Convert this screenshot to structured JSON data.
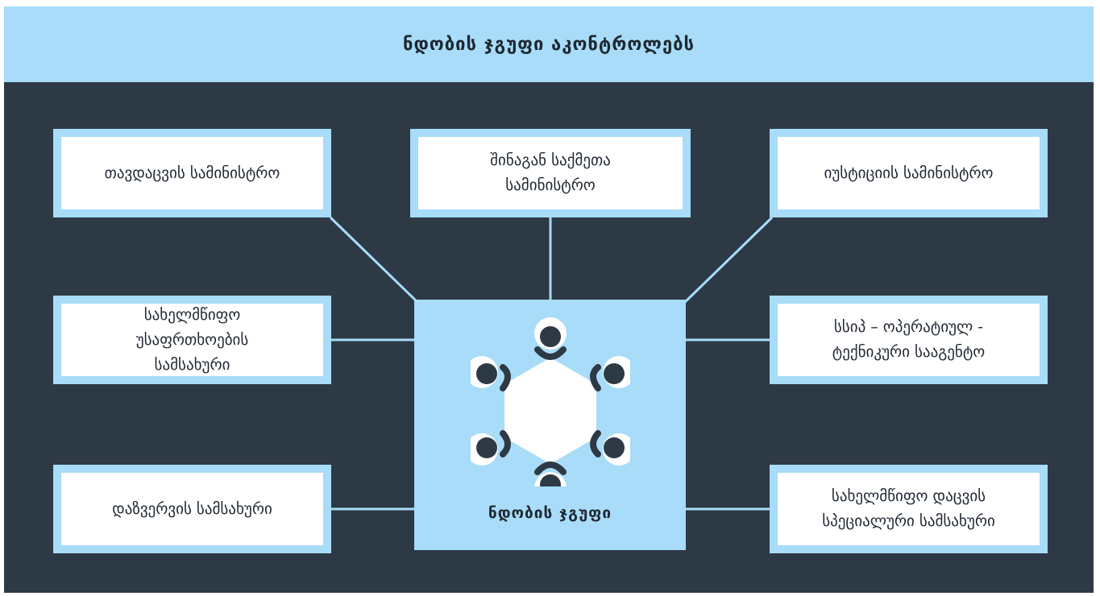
{
  "header": {
    "title": "ნდობის ჯგუფი აკონტროლებს"
  },
  "center": {
    "label": "ნდობის ჯგუფი",
    "icon": "meeting-table-icon"
  },
  "nodes": {
    "defense": "თავდაცვის სამინისტრო",
    "internal": "შინაგან საქმეთა\nსამინისტრო",
    "justice": "იუსტიციის სამინისტრო",
    "security": "სახელმწიფო\nუსაფრთხოების\nსამსახური",
    "ooti": "სსიპ – ოპერატიულ -\nტექნიკური სააგენტო",
    "intelligence": "დაზვერვის სამსახური",
    "protection": "სახელმწიფო დაცვის\nსპეციალური სამსახური"
  },
  "colors": {
    "background": "#2d3945",
    "accent": "#a8dcf8",
    "node_fill": "#ffffff",
    "icon": "#2d3945"
  }
}
